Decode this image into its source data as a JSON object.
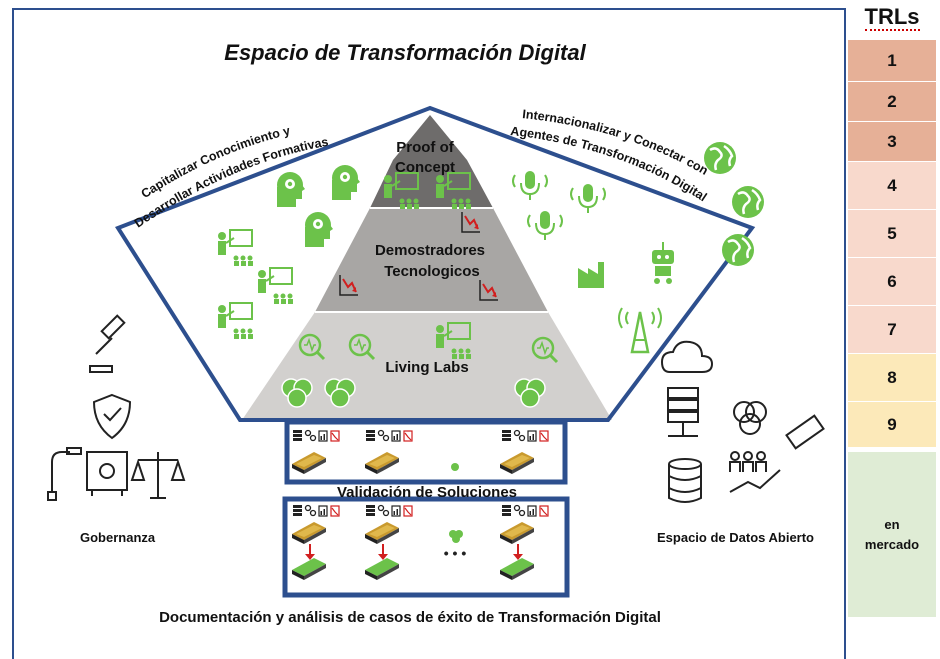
{
  "title": "Espacio de Transformación Digital",
  "left_arc_line1": "Capitalizar Conocimiento y",
  "left_arc_line2": "Desarrollar Actividades Formativas",
  "right_arc_line1": "Internacionalizar y Conectar con",
  "right_arc_line2": "Agentes de Transformación Digital",
  "pyramid": {
    "top_line1": "Proof of",
    "top_line2": "Concept",
    "middle_line1": "Demostradores",
    "middle_line2": "Tecnologicos",
    "bottom": "Living Labs"
  },
  "validation_label": "Validación de Soluciones",
  "governance_label": "Gobernanza",
  "open_data_label": "Espacio de Datos Abierto",
  "bottom_caption": "Documentación y análisis de casos de éxito de Transformación Digital",
  "ellipsis": "• • •",
  "trl": {
    "title": "TRLs",
    "levels": [
      {
        "label": "1",
        "color": "#e6b097"
      },
      {
        "label": "2",
        "color": "#e6b097"
      },
      {
        "label": "3",
        "color": "#e6b097"
      },
      {
        "label": "4",
        "color": "#f8d9cc"
      },
      {
        "label": "5",
        "color": "#f8d9cc"
      },
      {
        "label": "6",
        "color": "#f8d9cc"
      },
      {
        "label": "7",
        "color": "#f8d9cc"
      },
      {
        "label": "8",
        "color": "#fce9b9"
      },
      {
        "label": "9",
        "color": "#fce9b9"
      }
    ],
    "market_line1": "en",
    "market_line2": "mercado",
    "market_color": "#dfecd5"
  },
  "colors": {
    "frame_blue": "#2d4f8e",
    "icon_green": "#6cc24a",
    "icon_red": "#d11f1f",
    "pyramid_top": "#6e6c6b",
    "pyramid_mid": "#a8a6a4",
    "pyramid_bottom": "#d2d0ce"
  }
}
